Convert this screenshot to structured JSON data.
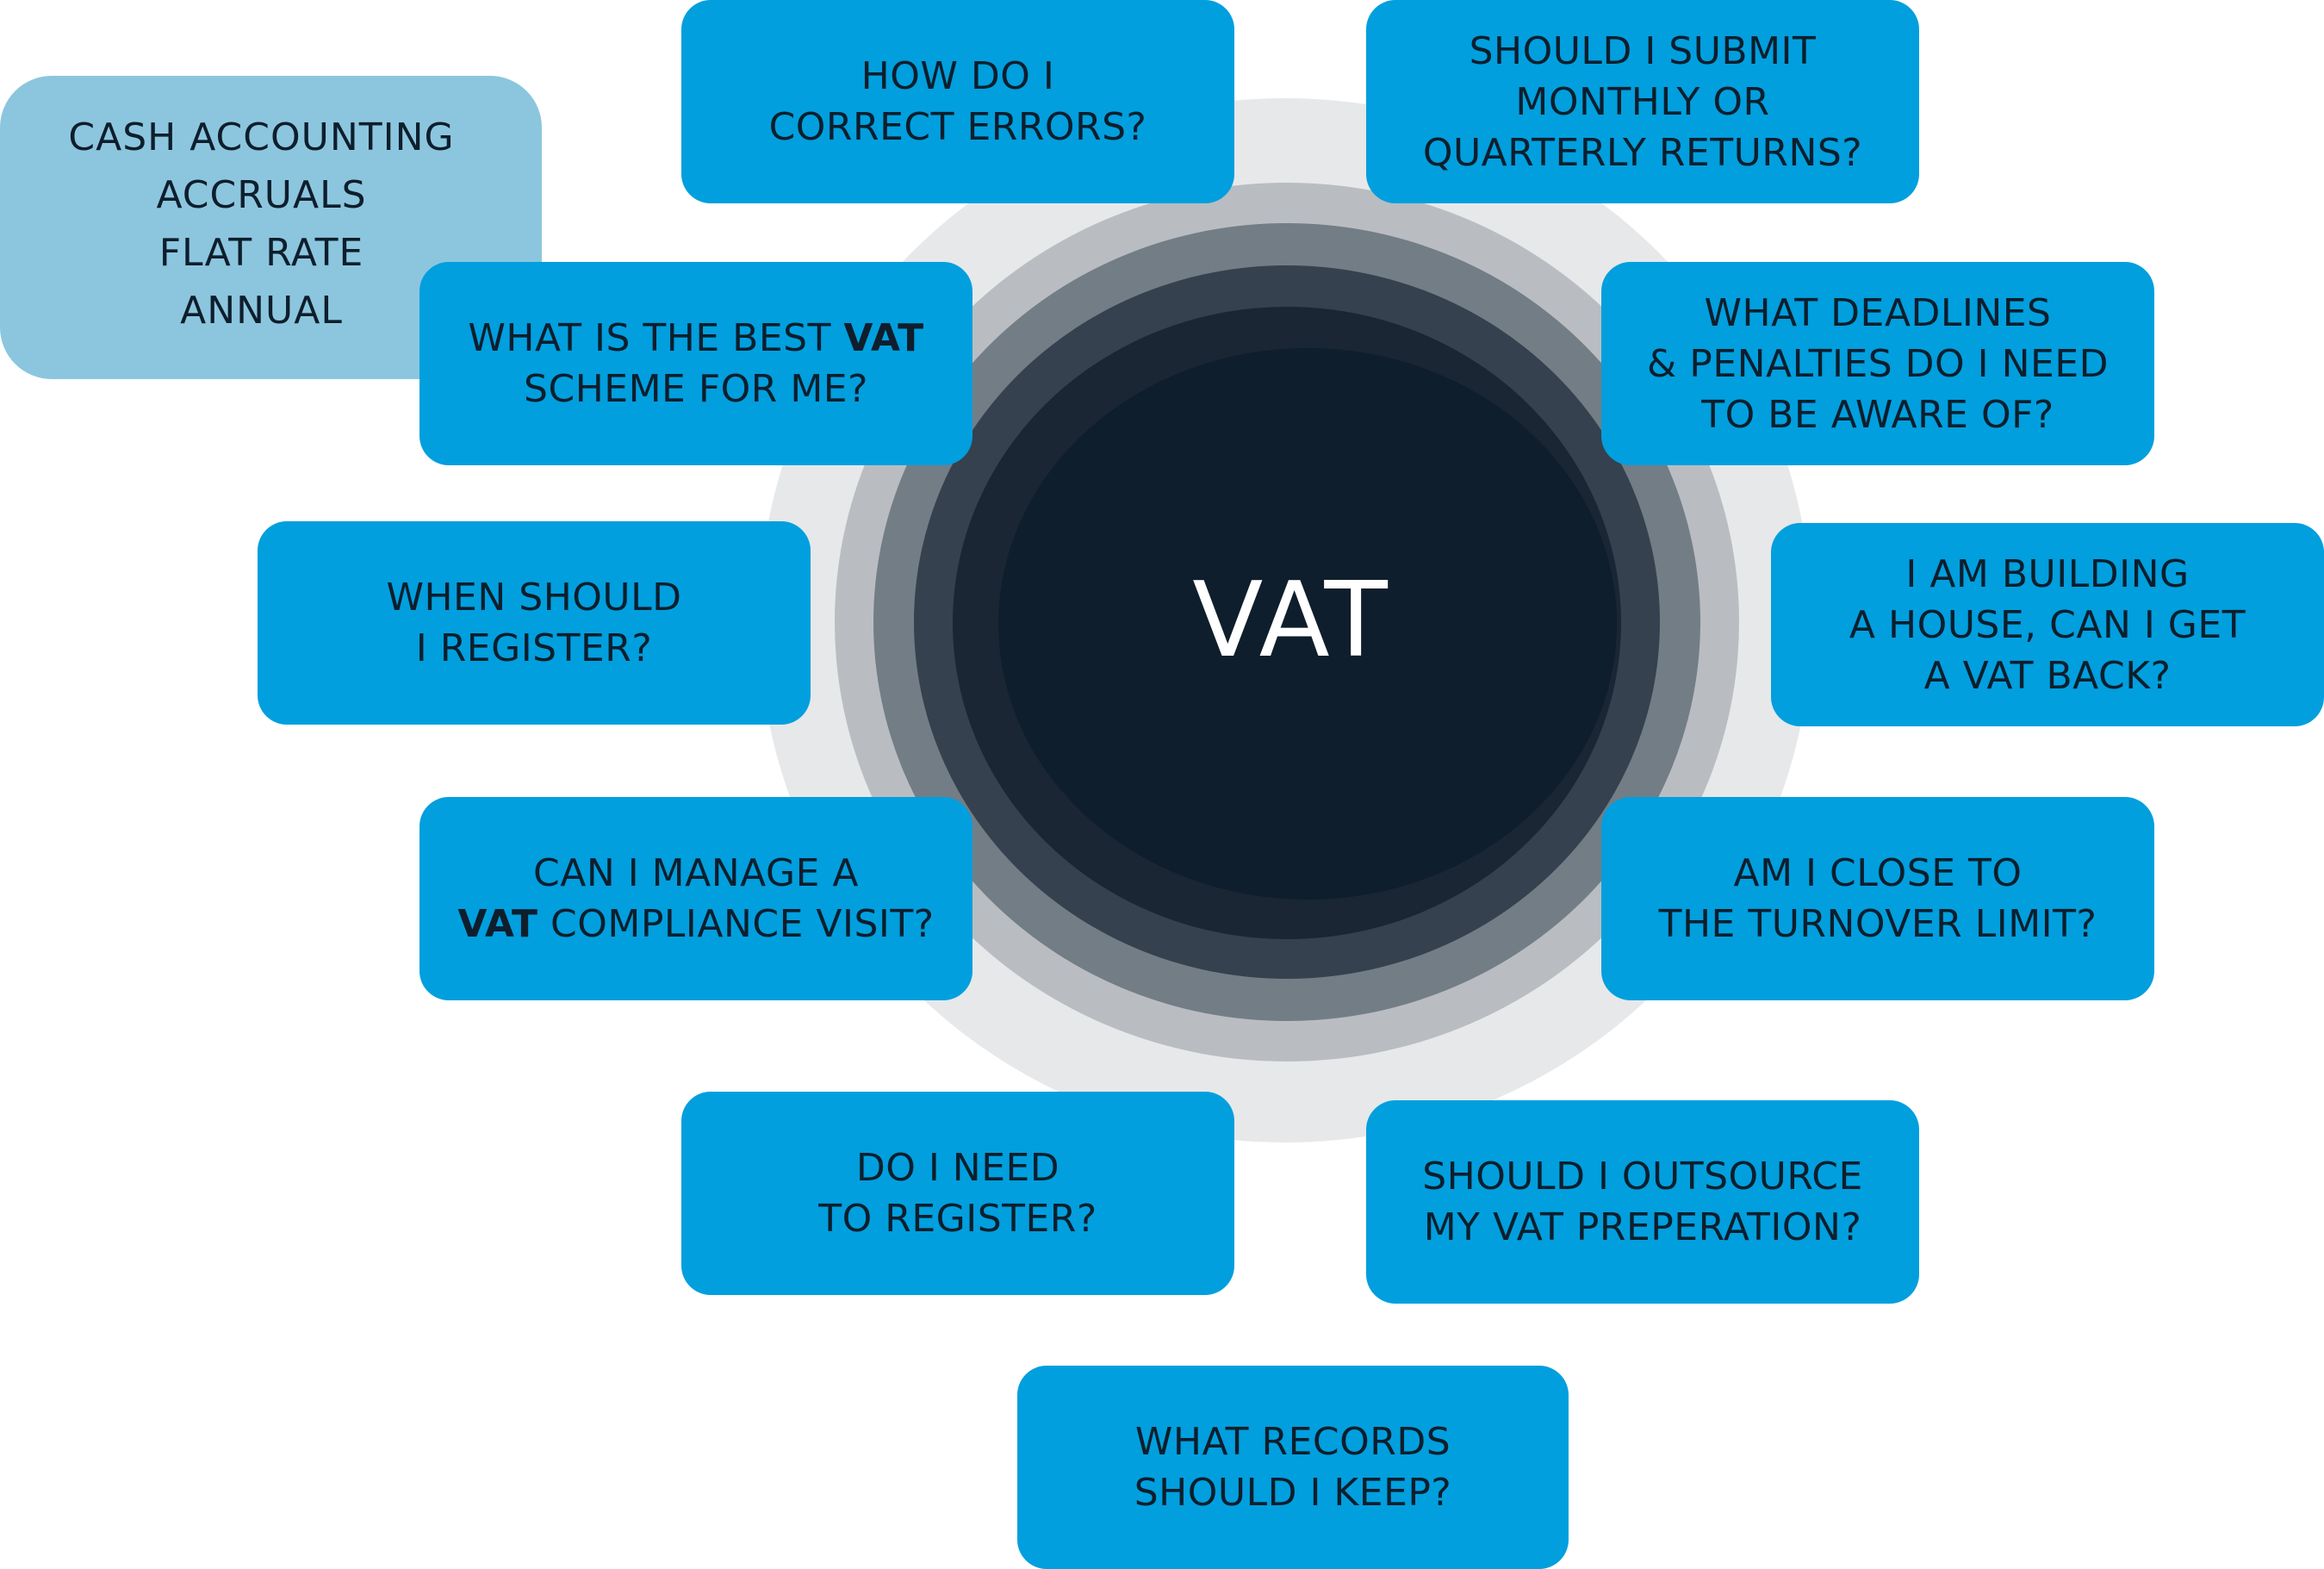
{
  "center": {
    "label": "VAT"
  },
  "scheme_options": [
    "CASH ACCOUNTING",
    "ACCRUALS",
    "FLAT RATE",
    "ANNUAL"
  ],
  "questions": {
    "correct_errors": [
      "HOW DO I",
      "CORRECT ERRORS?"
    ],
    "monthly_quarterly": [
      "SHOULD I SUBMIT",
      "MONTHLY OR",
      "QUARTERLY RETURNS?"
    ],
    "best_scheme": {
      "line1_pre": "WHAT IS THE BEST ",
      "line1_bold": "VAT",
      "line2": "SCHEME FOR ME?"
    },
    "deadlines": [
      "WHAT DEADLINES",
      "& PENALTIES DO I NEED",
      "TO BE AWARE OF?"
    ],
    "when_register": [
      "WHEN SHOULD",
      "I REGISTER?"
    ],
    "building_house": [
      "I AM BUILDING",
      "A HOUSE, CAN I GET",
      "A VAT BACK?"
    ],
    "compliance_visit": {
      "line1": "CAN I MANAGE A",
      "line2_bold": "VAT",
      "line2_post": " COMPLIANCE VISIT?"
    },
    "turnover_limit": [
      "AM I CLOSE TO",
      "THE TURNOVER LIMIT?"
    ],
    "need_register": [
      "DO I NEED",
      "TO REGISTER?"
    ],
    "outsource": [
      "SHOULD I OUTSOURCE",
      "MY VAT PREPERATION?"
    ],
    "records": [
      "WHAT RECORDS",
      "SHOULD I KEEP?"
    ]
  },
  "colors": {
    "box_fill": "#019fde",
    "scheme_fill": "#8cc6de",
    "text": "#0e1e2c",
    "ring_outer": "#e7e8ea",
    "ring_2": "#b9bdc1",
    "ring_3": "#737d86",
    "ring_4": "#35414e",
    "ring_5": "#1a2633",
    "ring_core": "#0e1e2c"
  }
}
